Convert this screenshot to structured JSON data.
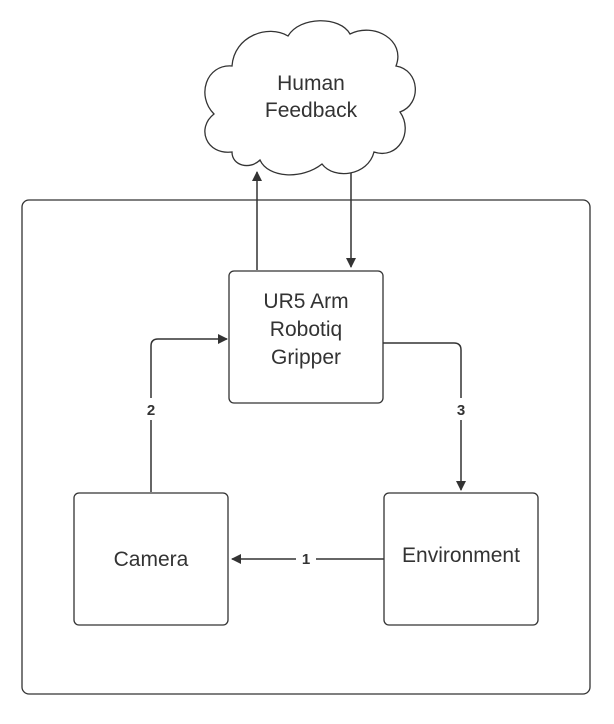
{
  "diagram": {
    "nodes": {
      "cloud": {
        "line1": "Human",
        "line2": "Feedback"
      },
      "arm": {
        "line1": "UR5 Arm",
        "line2": "Robotiq",
        "line3": "Gripper"
      },
      "camera": {
        "label": "Camera"
      },
      "environment": {
        "label": "Environment"
      }
    },
    "edges": {
      "env_to_camera": {
        "label": "1"
      },
      "camera_to_arm": {
        "label": "2"
      },
      "arm_to_env": {
        "label": "3"
      },
      "arm_to_cloud": {
        "label": ""
      },
      "cloud_to_arm": {
        "label": ""
      }
    },
    "colors": {
      "stroke": "#333333",
      "fill": "#ffffff",
      "text": "#333333"
    }
  }
}
